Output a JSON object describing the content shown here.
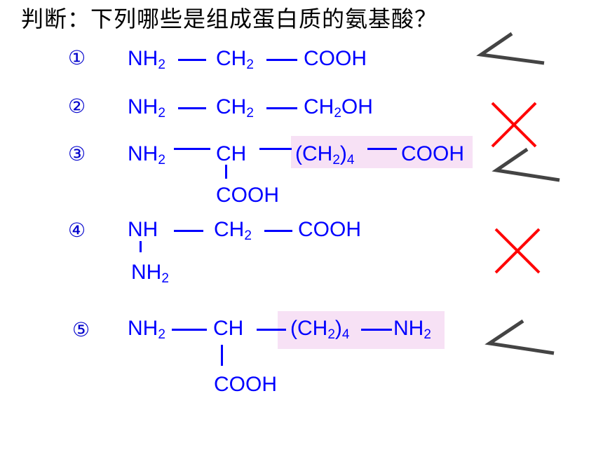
{
  "title": "判断：下列哪些是组成蛋白质的氨基酸？",
  "items": [
    {
      "index": "①",
      "g1": "NH",
      "g1_sub": "2",
      "g2": "CH",
      "g2_sub": "2",
      "g3": "COOH",
      "verdict": "check"
    },
    {
      "index": "②",
      "g1": "NH",
      "g1_sub": "2",
      "g2": "CH",
      "g2_sub": "2",
      "g3a": "CH",
      "g3_sub": "2",
      "g3b": "OH",
      "verdict": "cross"
    },
    {
      "index": "③",
      "g1": "NH",
      "g1_sub": "2",
      "g2": "CH",
      "g3a": "(CH",
      "g3_sub": "2",
      "g3b": ")",
      "g3_sub2": "4",
      "g4": "COOH",
      "branch": "COOH",
      "verdict": "check"
    },
    {
      "index": "④",
      "g1": "NH",
      "g2": "CH",
      "g2_sub": "2",
      "g3": "COOH",
      "branch": "NH",
      "branch_sub": "2",
      "verdict": "cross"
    },
    {
      "index": "⑤",
      "g1": "NH",
      "g1_sub": "2",
      "g2": "CH",
      "g3a": "(CH",
      "g3_sub": "2",
      "g3b": ")",
      "g3_sub2": "4",
      "g4": "NH",
      "g4_sub": "2",
      "branch": "COOH",
      "verdict": "check"
    }
  ],
  "colors": {
    "formula": "#0000ff",
    "check": "#444444",
    "cross": "#ff0000",
    "highlight": "#f7e1f5"
  }
}
